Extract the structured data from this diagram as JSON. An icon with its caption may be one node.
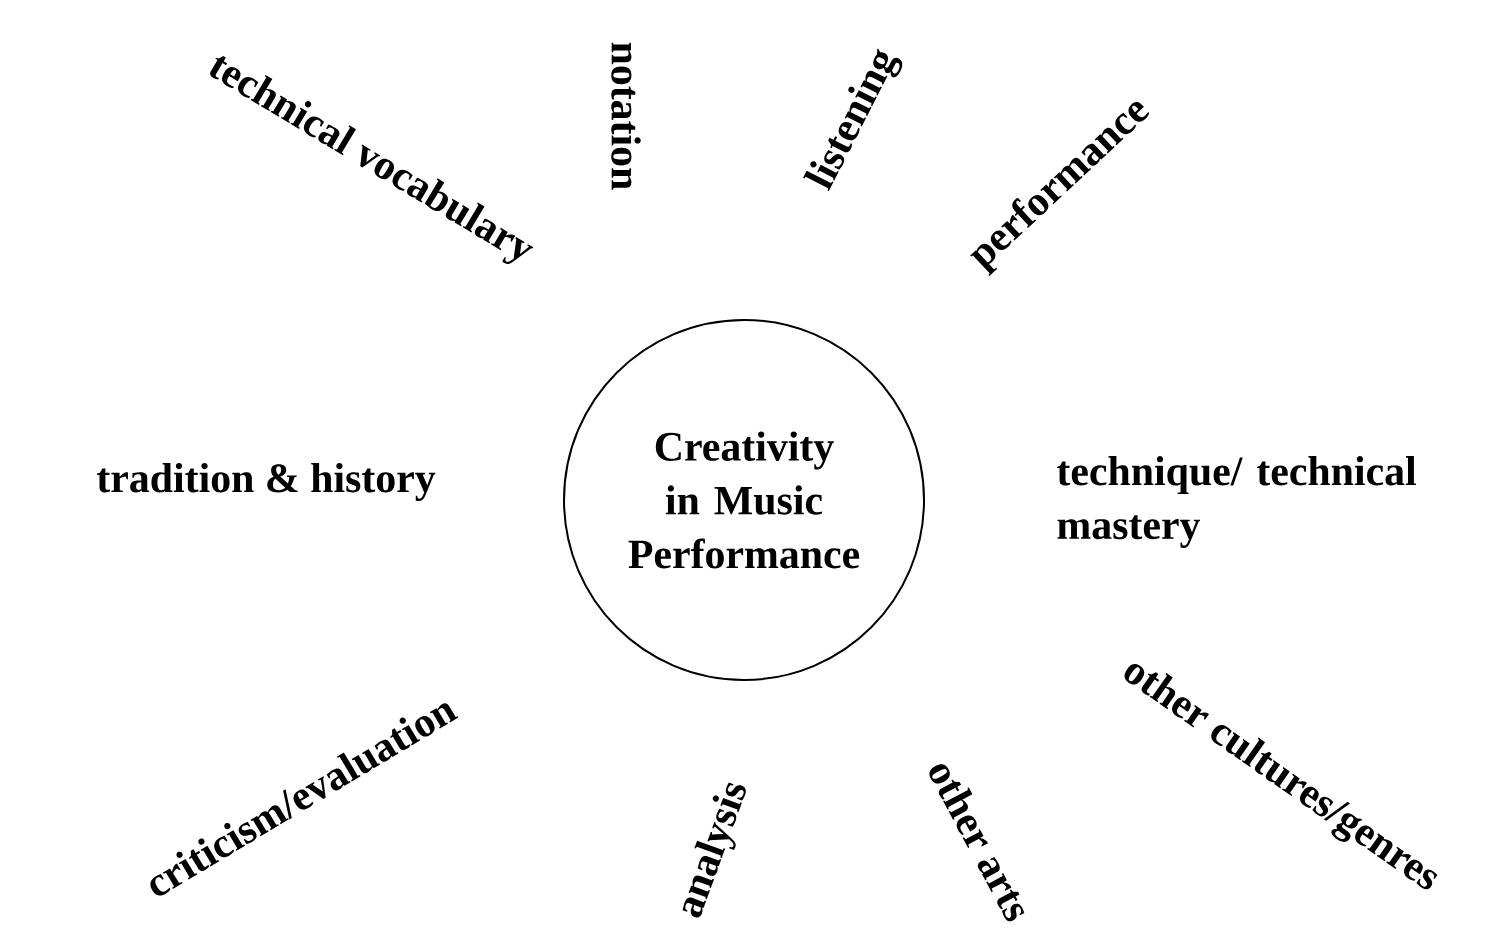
{
  "diagram": {
    "nodes": [
      {
        "text": [
          "Creativity in Music Performance"
        ]
      }
    ],
    "edges": [],
    "labels": [
      "technical vocabulary",
      "notation",
      "listening",
      "performance",
      "tradition & history",
      "technique/ technical mastery",
      "criticism/evaluation",
      "other cultures/genres",
      "analysis",
      "other arts"
    ]
  }
}
